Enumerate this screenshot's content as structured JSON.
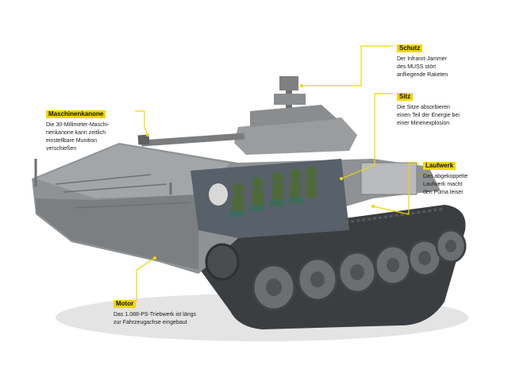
{
  "callouts": {
    "schutz": {
      "title": "Schutz",
      "lines": [
        "Der Infrarot-Jammer",
        "des MUSS stört",
        "anfliegende Raketen"
      ]
    },
    "maschinenkanone": {
      "title": "Maschinenkanone",
      "lines": [
        "Die 30-Millimeter-Maschi-",
        "nenkanone kann zeitlich",
        "einstellbare Munition",
        "verschießen"
      ]
    },
    "sitz": {
      "title": "Sitz",
      "lines": [
        "Die Sitze absorbieren",
        "einen Teil der Energie bei",
        "einer Minenexplosion"
      ]
    },
    "laufwerk": {
      "title": "Laufwerk",
      "lines": [
        "Das abgekoppelte",
        "Laufwerk macht",
        "den Puma leiser"
      ]
    },
    "motor": {
      "title": "Motor",
      "lines": [
        "Das 1.088-PS-Triebwerk ist längs",
        "zur Fahrzeugachse eingebaut"
      ]
    }
  },
  "colors": {
    "accent": "#f2d600",
    "hull": "#8f9294",
    "track": "#3b3e40"
  }
}
